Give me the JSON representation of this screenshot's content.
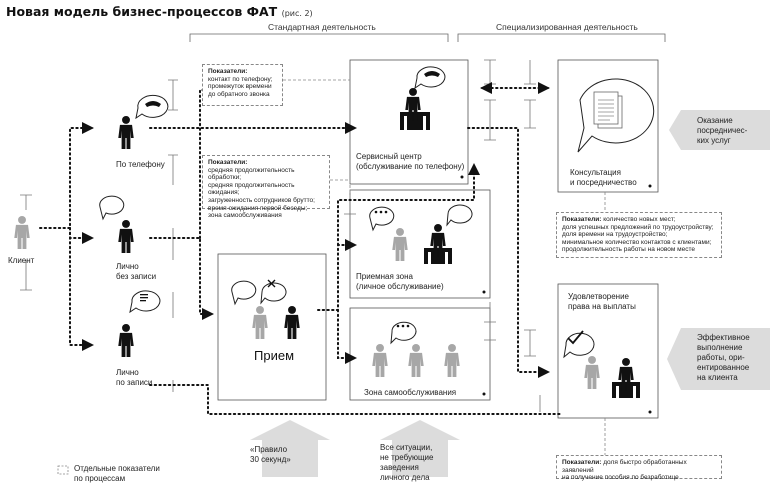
{
  "title": {
    "main": "Новая модель бизнес-процессов ФАТ",
    "sub": "(рис. 2)"
  },
  "headers": {
    "standard": "Стандартная деятельность",
    "specialized": "Специализированная деятельность"
  },
  "actors": {
    "client": "Клиент",
    "phone": "По телефону",
    "walkin": [
      "Лично",
      "без записи"
    ],
    "appointment": [
      "Лично",
      "по записи"
    ]
  },
  "zones": {
    "service_center": [
      "Сервисный центр",
      "(обслуживание по телефону)"
    ],
    "reception": [
      "Приемная зона",
      "(личное обслуживание)"
    ],
    "intake": "Прием",
    "self_service": "Зона самообслуживания",
    "consultation": [
      "Консультация",
      "и посредничество"
    ],
    "payment": [
      "Удовлетворение",
      "права на выплаты"
    ]
  },
  "indicators": {
    "label": "Показатели:",
    "phone": [
      "контакт по телефону;",
      "промежуток времени",
      "до обратного звонка"
    ],
    "center": [
      "средняя продолжительность обработки;",
      "средняя продолжительность ожидания;",
      "загруженность сотрудников брутто;",
      "время ожидания первой беседы;",
      "зона самообслуживания"
    ],
    "consult": [
      "количество новых мест;",
      "доля успешных предложений по трудоустройству;",
      "доля времени на трудоустройство;",
      "минимальное количество контактов с клиентами;",
      "продолжительность работы на новом месте"
    ],
    "payment": [
      "доля быстро обработанных заявлений",
      "на получение пособия по безработице"
    ]
  },
  "side": {
    "mediation": [
      "Оказание",
      "посредничес-",
      "ких услуг"
    ],
    "effective": [
      "Эффективное",
      "выполнение",
      "работы, ори-",
      "ентированное",
      "на клиента"
    ]
  },
  "bottom": {
    "rule": [
      "«Правило",
      "30 секунд»"
    ],
    "situations": [
      "Все ситуации,",
      "не требующие",
      "заведения",
      "личного дела"
    ]
  },
  "legend": [
    "Отдельные показатели",
    "по процессам"
  ],
  "colors": {
    "line": "#555555",
    "person_gray": "#a7a7a7",
    "person_black": "#111111",
    "arrow_gray": "#dcdcdc"
  }
}
